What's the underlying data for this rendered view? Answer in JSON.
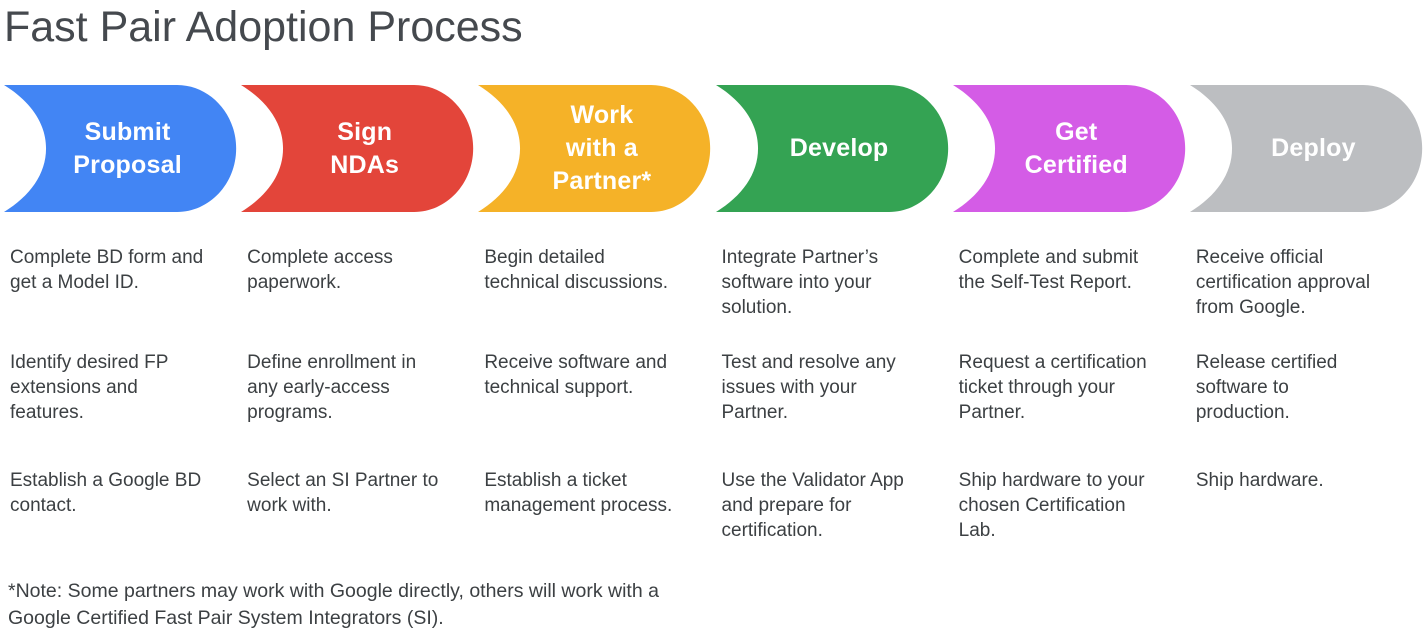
{
  "title": "Fast Pair Adoption Process",
  "stages": [
    {
      "label": "Submit\nProposal",
      "color": "#4285F4",
      "steps": [
        "Complete BD form and\nget a Model ID.",
        "Identify desired FP\nextensions and\nfeatures.",
        "Establish a Google BD\ncontact."
      ]
    },
    {
      "label": "Sign\nNDAs",
      "color": "#E3453A",
      "steps": [
        "Complete access\npaperwork.",
        "Define enrollment in\nany early-access\nprograms.",
        "Select an SI Partner to\nwork with."
      ]
    },
    {
      "label": "Work\nwith a\nPartner*",
      "color": "#F5B228",
      "steps": [
        "Begin detailed\ntechnical discussions.",
        "Receive software and\ntechnical support.",
        "Establish a ticket\nmanagement process."
      ]
    },
    {
      "label": "Develop",
      "color": "#34A353",
      "steps": [
        "Integrate Partner’s\nsoftware into your\nsolution.",
        "Test and resolve any\nissues with your\nPartner.",
        "Use the Validator App\nand prepare for\ncertification."
      ]
    },
    {
      "label": "Get\nCertified",
      "color": "#D45CE6",
      "steps": [
        "Complete and submit\nthe Self-Test Report.",
        "Request a certification\nticket through your\nPartner.",
        "Ship hardware to your\nchosen Certification\nLab."
      ]
    },
    {
      "label": "Deploy",
      "color": "#BCBEC1",
      "steps": [
        "Receive official\ncertification approval\nfrom Google.",
        "Release certified\nsoftware to\nproduction.",
        "Ship hardware."
      ]
    }
  ],
  "footnote": "*Note: Some partners may work with Google directly, others will work with a\nGoogle Certified Fast Pair System Integrators (SI)."
}
